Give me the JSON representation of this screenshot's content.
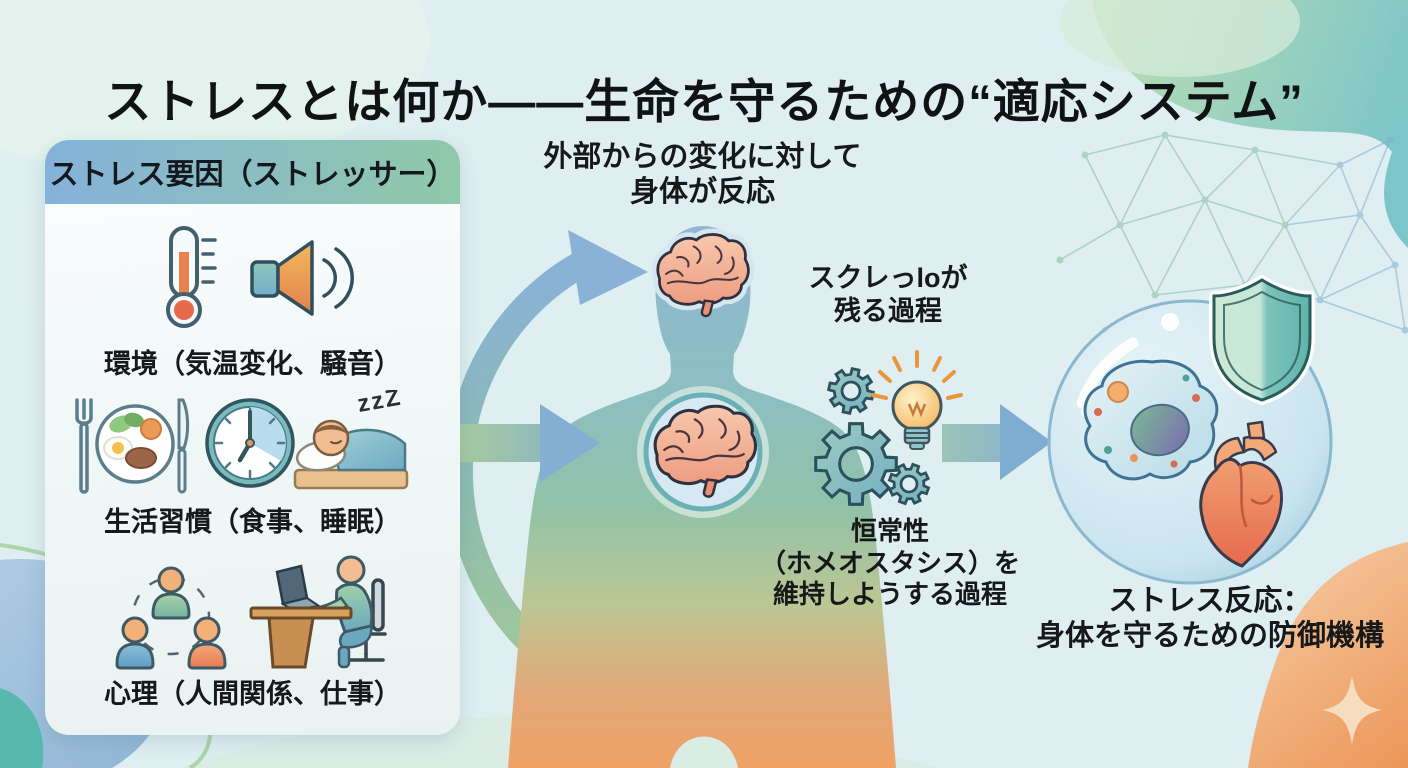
{
  "title": "ストレスとは何か——生命を守るための“適応システム”",
  "stressor_panel": {
    "header": "ストレス要因（ストレッサー）",
    "items": [
      {
        "label": "環境（気温変化、騒音）",
        "icons": [
          "thermometer-icon",
          "speaker-icon"
        ]
      },
      {
        "label": "生活習慣（食事、睡眠）",
        "icons": [
          "meal-icon",
          "clock-icon",
          "sleep-icon"
        ]
      },
      {
        "label": "心理（人間関係、仕事）",
        "icons": [
          "people-group-icon",
          "desk-work-icon"
        ]
      }
    ],
    "sleep_zzz": "zzZ"
  },
  "center": {
    "reaction_line1": "外部からの変化に対して",
    "reaction_line2": "身体が反応"
  },
  "process": {
    "line1": "スクレっloが",
    "line2": "残る過程"
  },
  "homeostasis": {
    "line1": "恒常性",
    "line2": "（ホメオスタシス）を",
    "line3": "維持しようする過程"
  },
  "response": {
    "line1": "ストレス反応：",
    "line2": "身体を守るための防御機構"
  },
  "colors": {
    "background": "#deeef1",
    "panel_header_blue": "#85b2da",
    "panel_header_green": "#8fc9a9",
    "arrow_green": "#a8cc9a",
    "arrow_blue": "#84aed2",
    "body_top_blue": "#8fb7d5",
    "body_bottom_orange": "#efa265",
    "brain_pink": "#f0a888",
    "gear_teal": "#8cc2bc",
    "bulb_orange": "#f5b054",
    "shield_green": "#7cc4bb",
    "heart_red": "#e86a4e",
    "blob_orange": "#ec9658",
    "blob_teal": "#7cc5c8"
  }
}
